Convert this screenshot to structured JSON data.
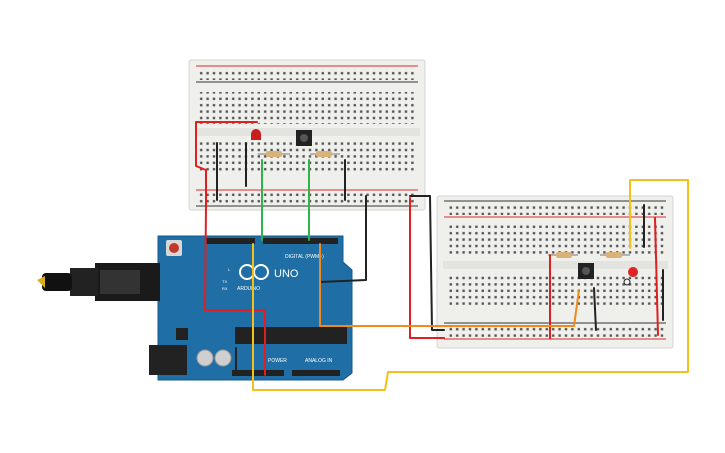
{
  "canvas": {
    "background": "#ffffff"
  },
  "colors": {
    "board": "#1f6fa6",
    "board_dark": "#165a89",
    "breadboard": "#efefec",
    "hole": "#4a4a4a",
    "rail_red": "#d92b2b",
    "rail_black": "#333333",
    "wire_red": "#e02020",
    "wire_black": "#222222",
    "wire_green": "#2fb34a",
    "wire_yellow": "#f2c21b",
    "wire_orange": "#f08a1c",
    "led_red": "#c81e1e",
    "resistor": "#d9b27a"
  },
  "arduino": {
    "logo_text": "ARDUINO",
    "model_text": "UNO",
    "digital_label": "DIGITAL (PWM~)",
    "power_label": "POWER",
    "analog_label": "ANALOG IN",
    "tx_label": "TX",
    "rx_label": "RX",
    "l_label": "L"
  },
  "components": [
    {
      "name": "breadboard-top",
      "icon": "breadboard-icon"
    },
    {
      "name": "breadboard-right",
      "icon": "breadboard-icon"
    },
    {
      "name": "arduino-uno",
      "icon": "microcontroller-icon"
    },
    {
      "name": "usb-cable",
      "icon": "usb-plug-icon"
    }
  ]
}
